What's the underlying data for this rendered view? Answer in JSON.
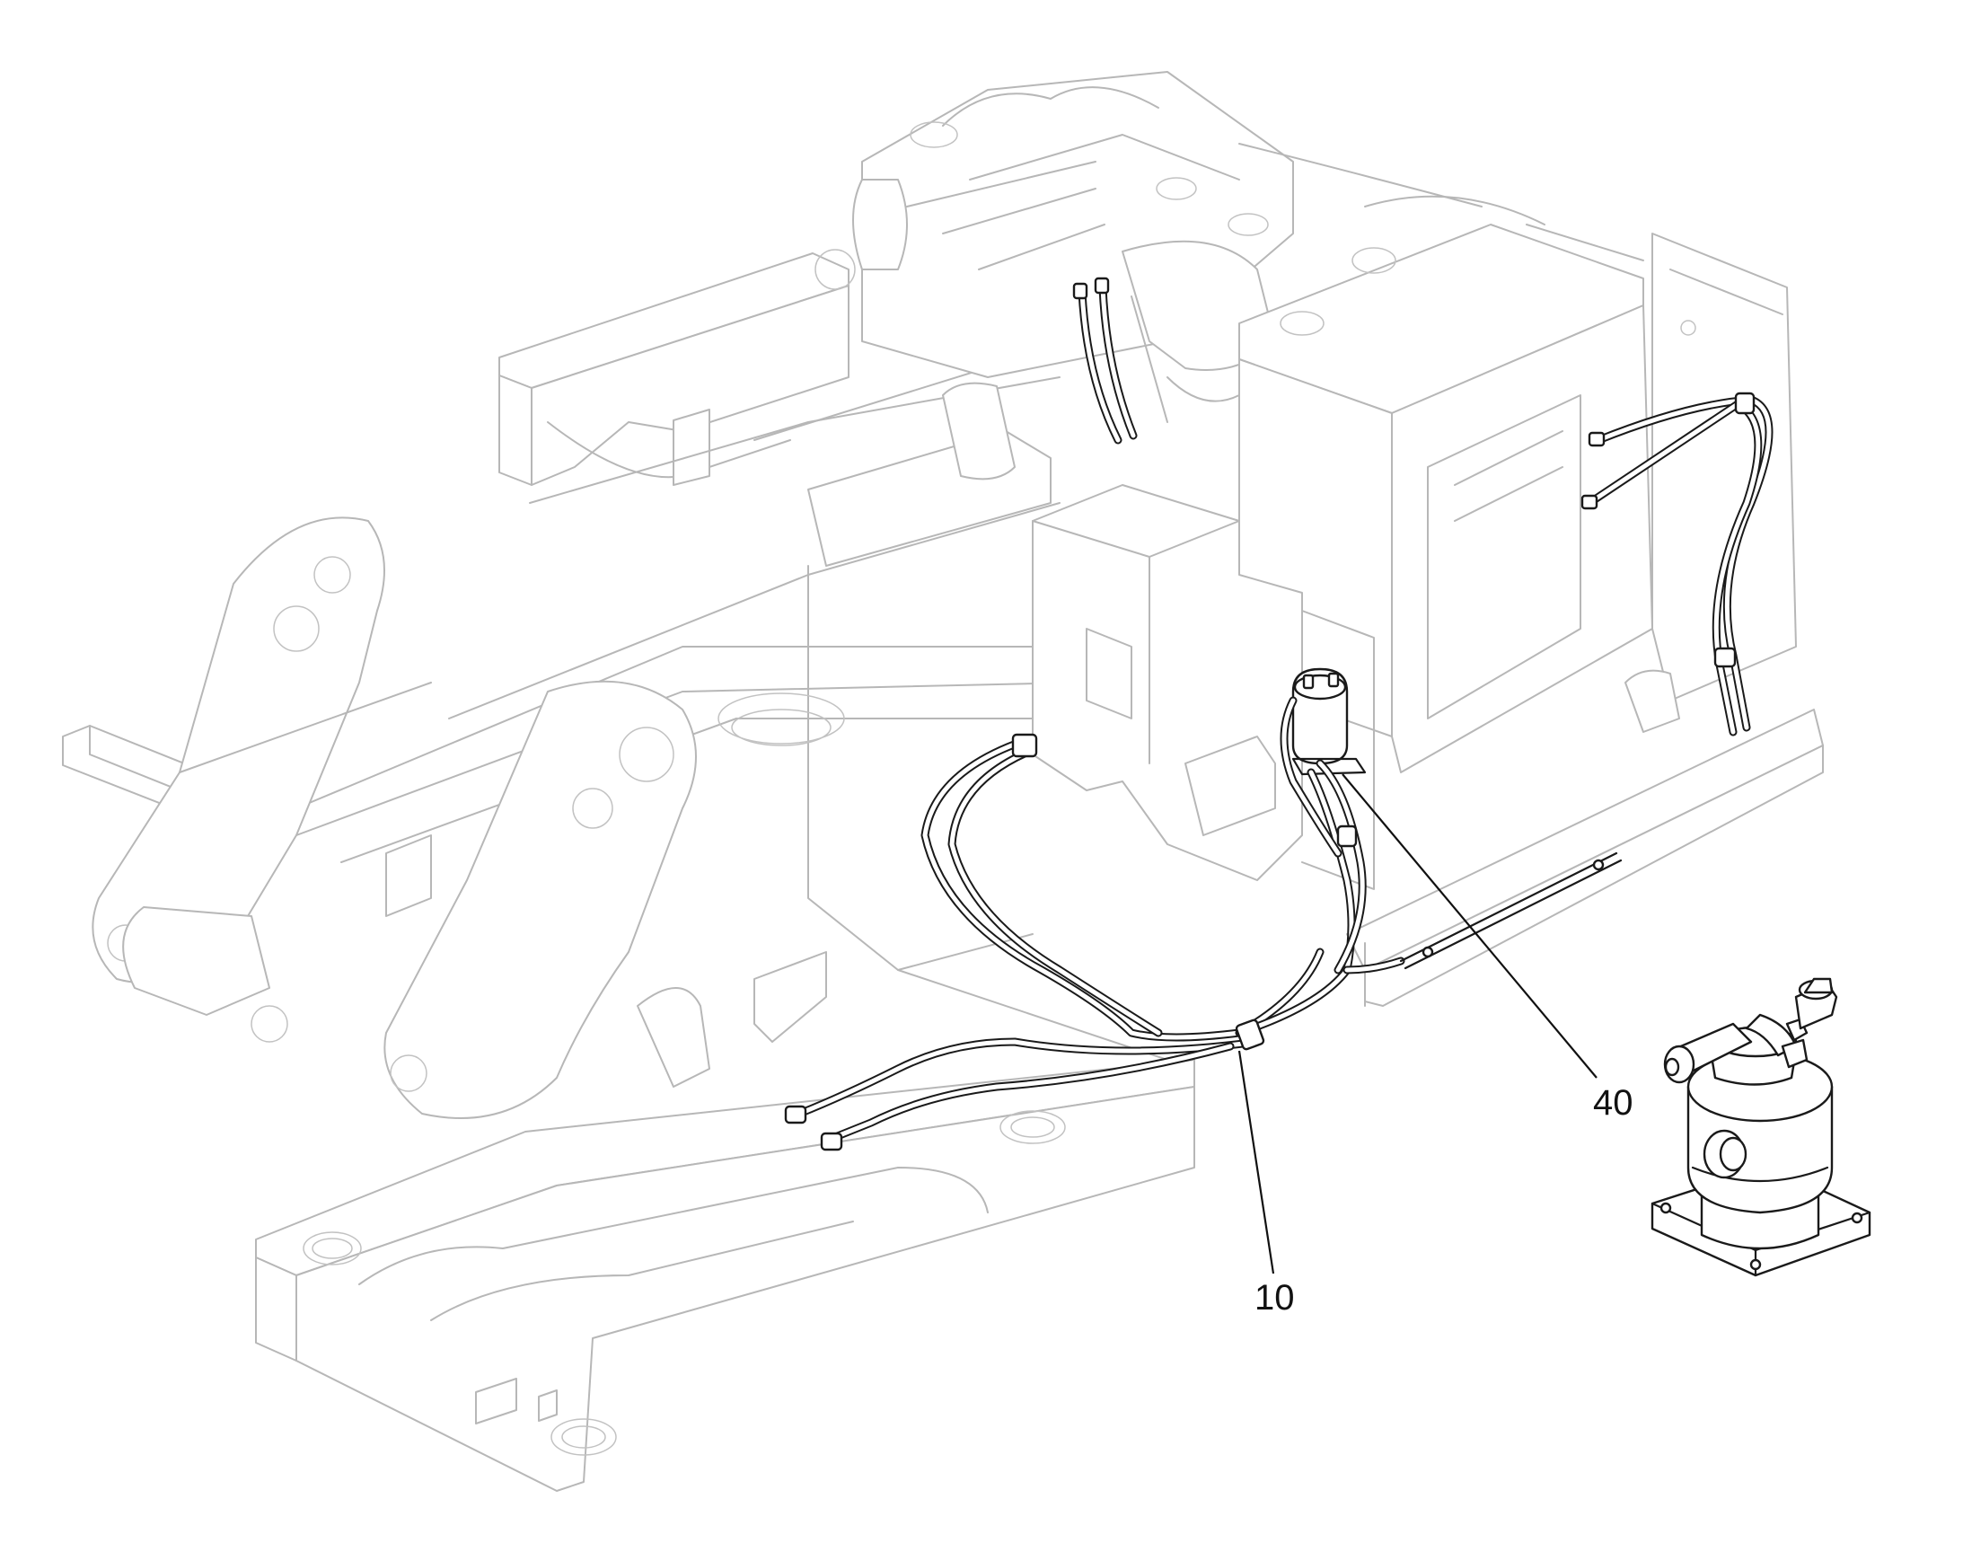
{
  "callouts": [
    {
      "id": "10",
      "label": "10"
    },
    {
      "id": "40",
      "label": "40"
    }
  ],
  "colors": {
    "background": "#ffffff",
    "ghost_line": "#b7b7b7",
    "highlight_line": "#1a1a1a"
  }
}
